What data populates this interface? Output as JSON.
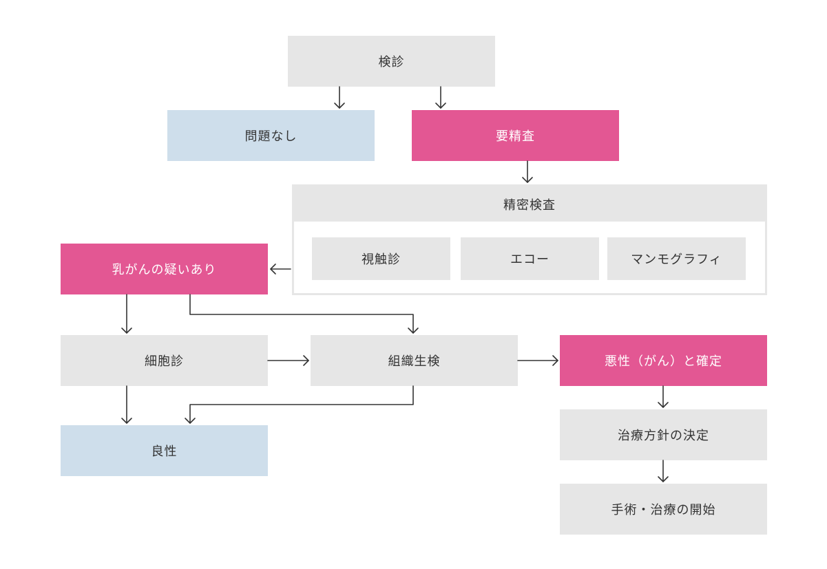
{
  "nodes": {
    "checkup": "検診",
    "no_problem": "問題なし",
    "needs_exam": "要精査",
    "detailed_exam": {
      "title": "精密検査",
      "items": [
        "視触診",
        "エコー",
        "マンモグラフィ"
      ]
    },
    "suspected_cancer": "乳がんの疑いあり",
    "cytology": "細胞診",
    "biopsy": "組織生検",
    "malignant_confirmed": "悪性（がん）と確定",
    "benign": "良性",
    "treatment_policy": "治療方針の決定",
    "surgery_start": "手術・治療の開始"
  },
  "colors": {
    "neutral": "#e6e6e6",
    "ok": "#cedeeb",
    "alert": "#e35793",
    "arrow": "#333333"
  }
}
